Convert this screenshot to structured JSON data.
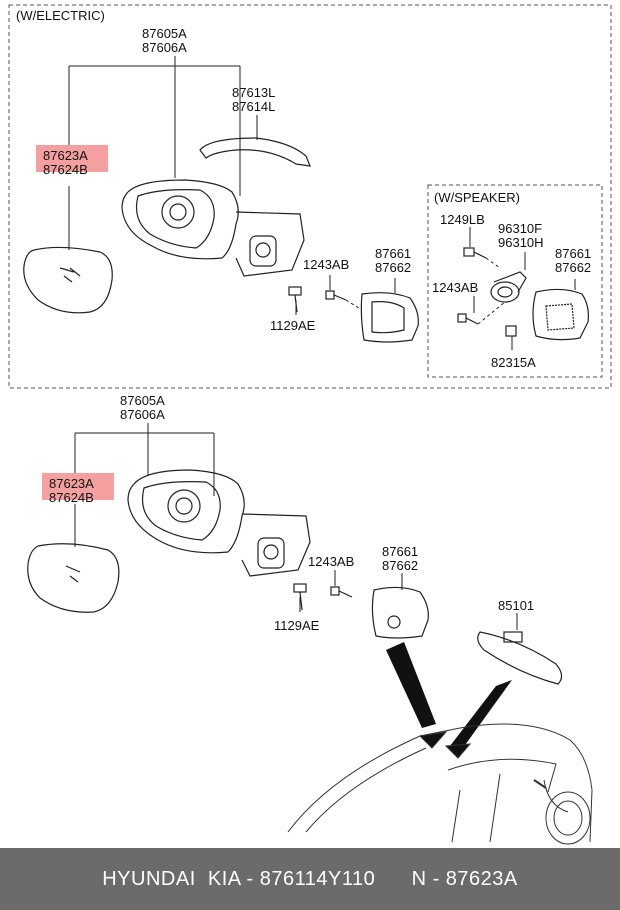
{
  "sections": {
    "electric": {
      "title": "(W/ELECTRIC)"
    },
    "speaker": {
      "title": "(W/SPEAKER)"
    }
  },
  "labels": {
    "top_housing_a": "87605A",
    "top_housing_b": "87606A",
    "top_cover_a": "87613L",
    "top_cover_b": "87614L",
    "top_glass_a": "87623A",
    "top_glass_b": "87624B",
    "top_screw": "1243AB",
    "top_bolt": "1129AE",
    "top_trim_a": "87661",
    "top_trim_b": "87662",
    "spk_screw_a": "1249LB",
    "spk_speaker_a": "96310F",
    "spk_speaker_b": "96310H",
    "spk_trim_a": "87661",
    "spk_trim_b": "87662",
    "spk_screw_b": "1243AB",
    "spk_nut": "82315A",
    "bot_housing_a": "87605A",
    "bot_housing_b": "87606A",
    "bot_glass_a": "87623A",
    "bot_glass_b": "87624B",
    "bot_screw": "1243AB",
    "bot_bolt": "1129AE",
    "bot_trim_a": "87661",
    "bot_trim_b": "87662",
    "inner_mirror": "85101"
  },
  "footer": {
    "text": "HYUNDAI  KIA - 876114Y110      N - 87623A"
  },
  "colors": {
    "highlight": "#f4a0a0",
    "footer_bg": "#6b6b6b",
    "line": "#222222"
  }
}
